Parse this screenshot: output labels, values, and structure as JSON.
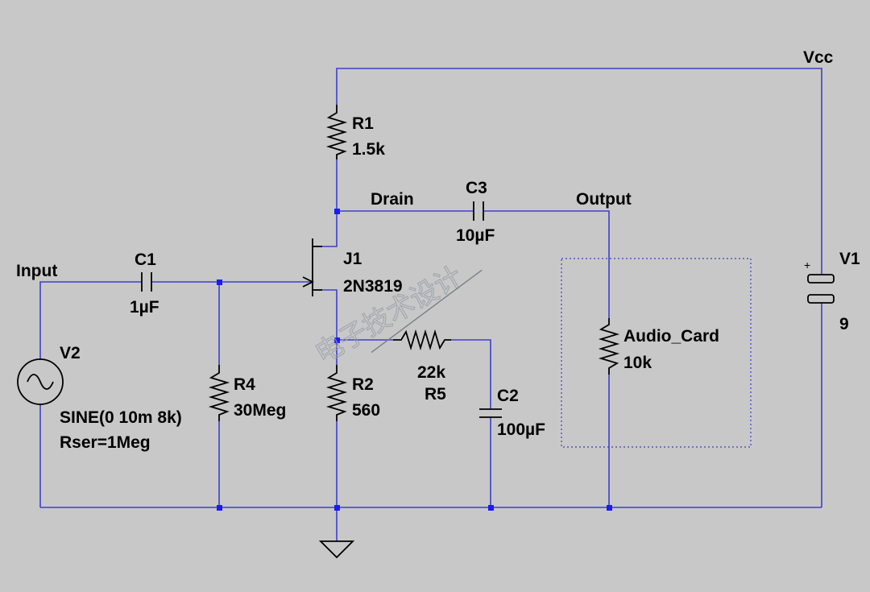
{
  "nets": {
    "vcc": "Vcc",
    "drain": "Drain",
    "output": "Output",
    "input": "Input"
  },
  "components": {
    "r1": {
      "name": "R1",
      "value": "1.5k"
    },
    "r2": {
      "name": "R2",
      "value": "560"
    },
    "r4": {
      "name": "R4",
      "value": "30Meg"
    },
    "r5": {
      "name": "R5",
      "value": "22k"
    },
    "c1": {
      "name": "C1",
      "value": "1µF"
    },
    "c2": {
      "name": "C2",
      "value": "100µF"
    },
    "c3": {
      "name": "C3",
      "value": "10µF"
    },
    "j1": {
      "name": "J1",
      "value": "2N3819"
    },
    "v1": {
      "name": "V1",
      "value": "9"
    },
    "v2": {
      "name": "V2",
      "value": "SINE(0 10m 8k)",
      "param": "Rser=1Meg"
    },
    "load": {
      "name": "Audio_Card",
      "value": "10k"
    }
  },
  "watermark": "电子技术设计",
  "colors": {
    "background": "#c8c8c8",
    "wire": "#3f3fcc",
    "component": "#000000",
    "junction": "#1a1aff"
  }
}
